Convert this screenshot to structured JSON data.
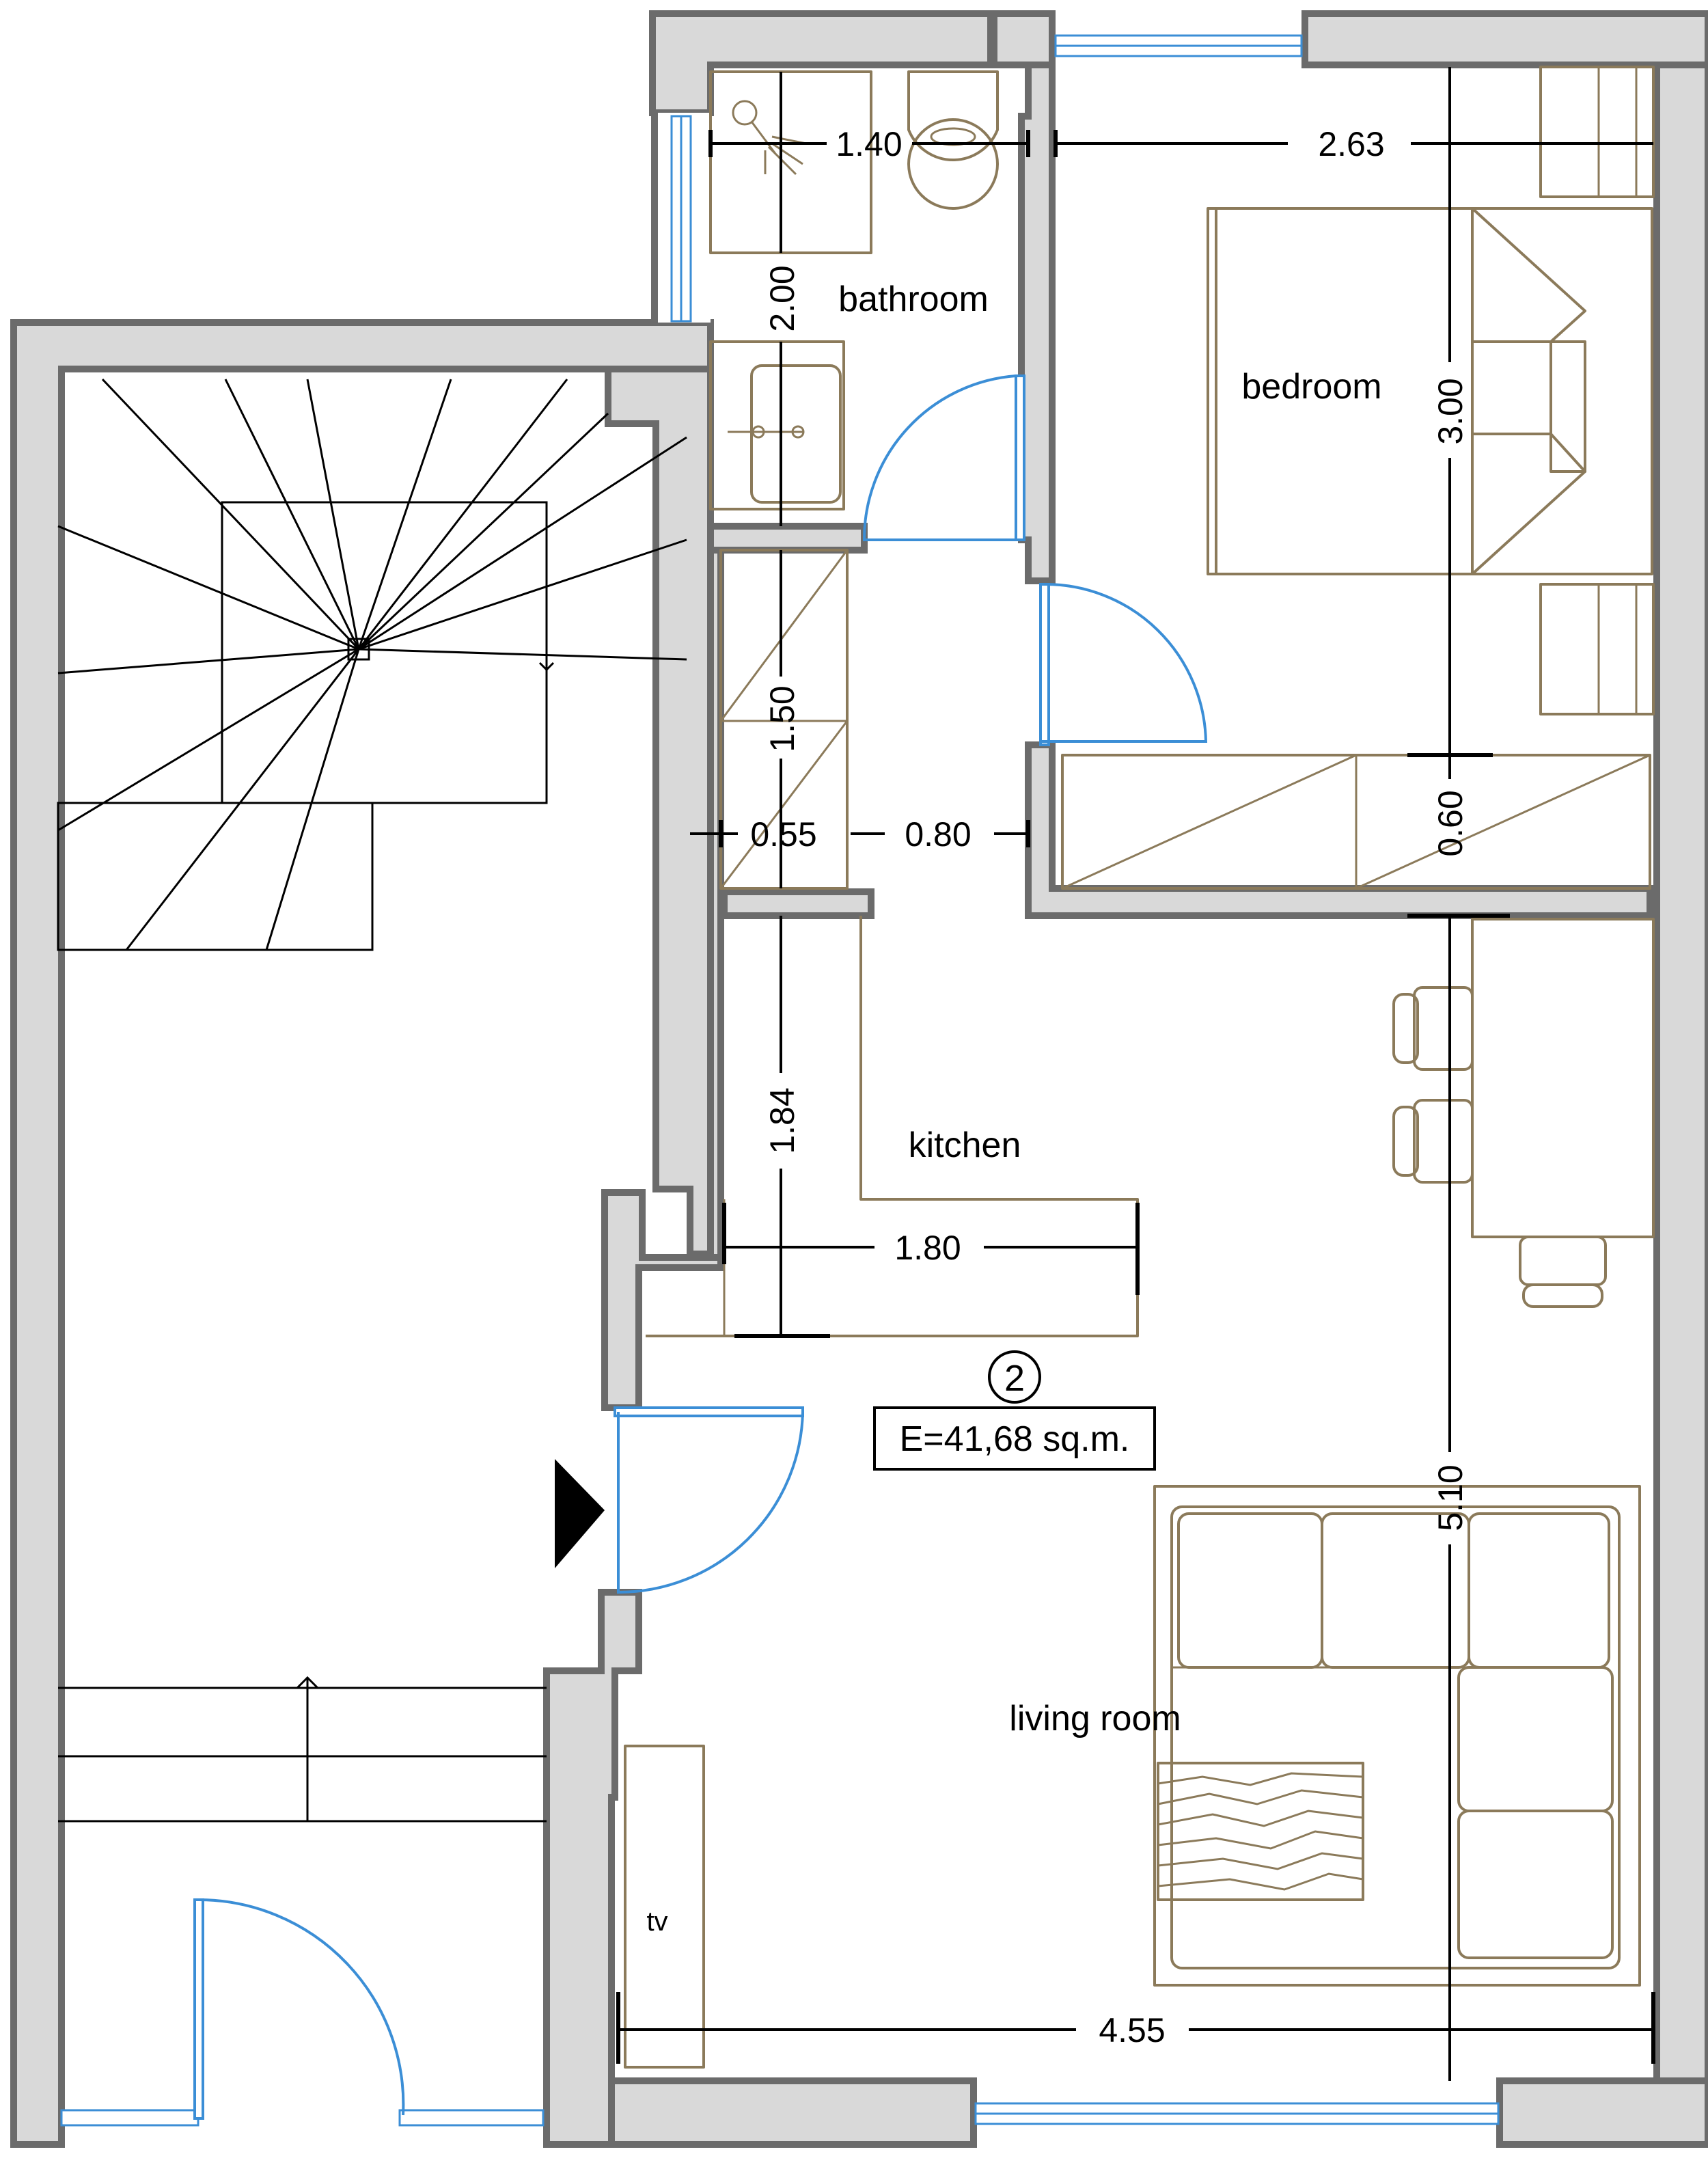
{
  "rooms": {
    "bathroom": "bathroom",
    "bedroom": "bedroom",
    "kitchen": "kitchen",
    "living_room": "living room",
    "tv": "tv"
  },
  "dimensions": {
    "bath_width": "1.40",
    "bath_depth": "2.00",
    "bed_width": "2.63",
    "bed_depth": "3.00",
    "hall_length": "1.50",
    "closet_depth": "0.55",
    "hall_width": "0.80",
    "wardrobe_depth": "0.60",
    "kitchen_length": "1.84",
    "kitchen_width": "1.80",
    "living_width": "4.55",
    "living_depth": "5.10"
  },
  "unit": {
    "number": "2",
    "area_label": "E=41,68 sq.m."
  },
  "colors": {
    "wall_fill": "#d9d9d9",
    "wall_stroke": "#6b6b6b",
    "furniture": "#8b7a5a",
    "door": "#3b8ed6",
    "dimension": "#000000"
  }
}
